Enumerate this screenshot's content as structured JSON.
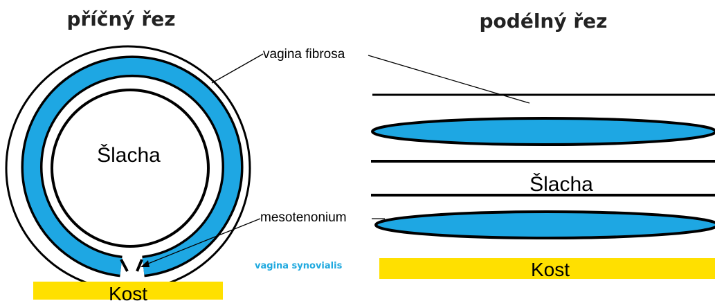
{
  "titles": {
    "cross_section": "příčný řez",
    "longitudinal_section": "podélný řez"
  },
  "labels": {
    "vagina_fibrosa": "vagina fibrosa",
    "mesotenonium": "mesotenonium",
    "vagina_synovialis": "vagina synovialis",
    "tendon_left": "Šlacha",
    "tendon_right": "Šlacha",
    "bone_left": "Kost",
    "bone_right": "Kost"
  },
  "colors": {
    "synovial": "#1ea7e3",
    "bone": "#ffe000",
    "outline": "#000000",
    "synovialis_text": "#1fa9df"
  }
}
